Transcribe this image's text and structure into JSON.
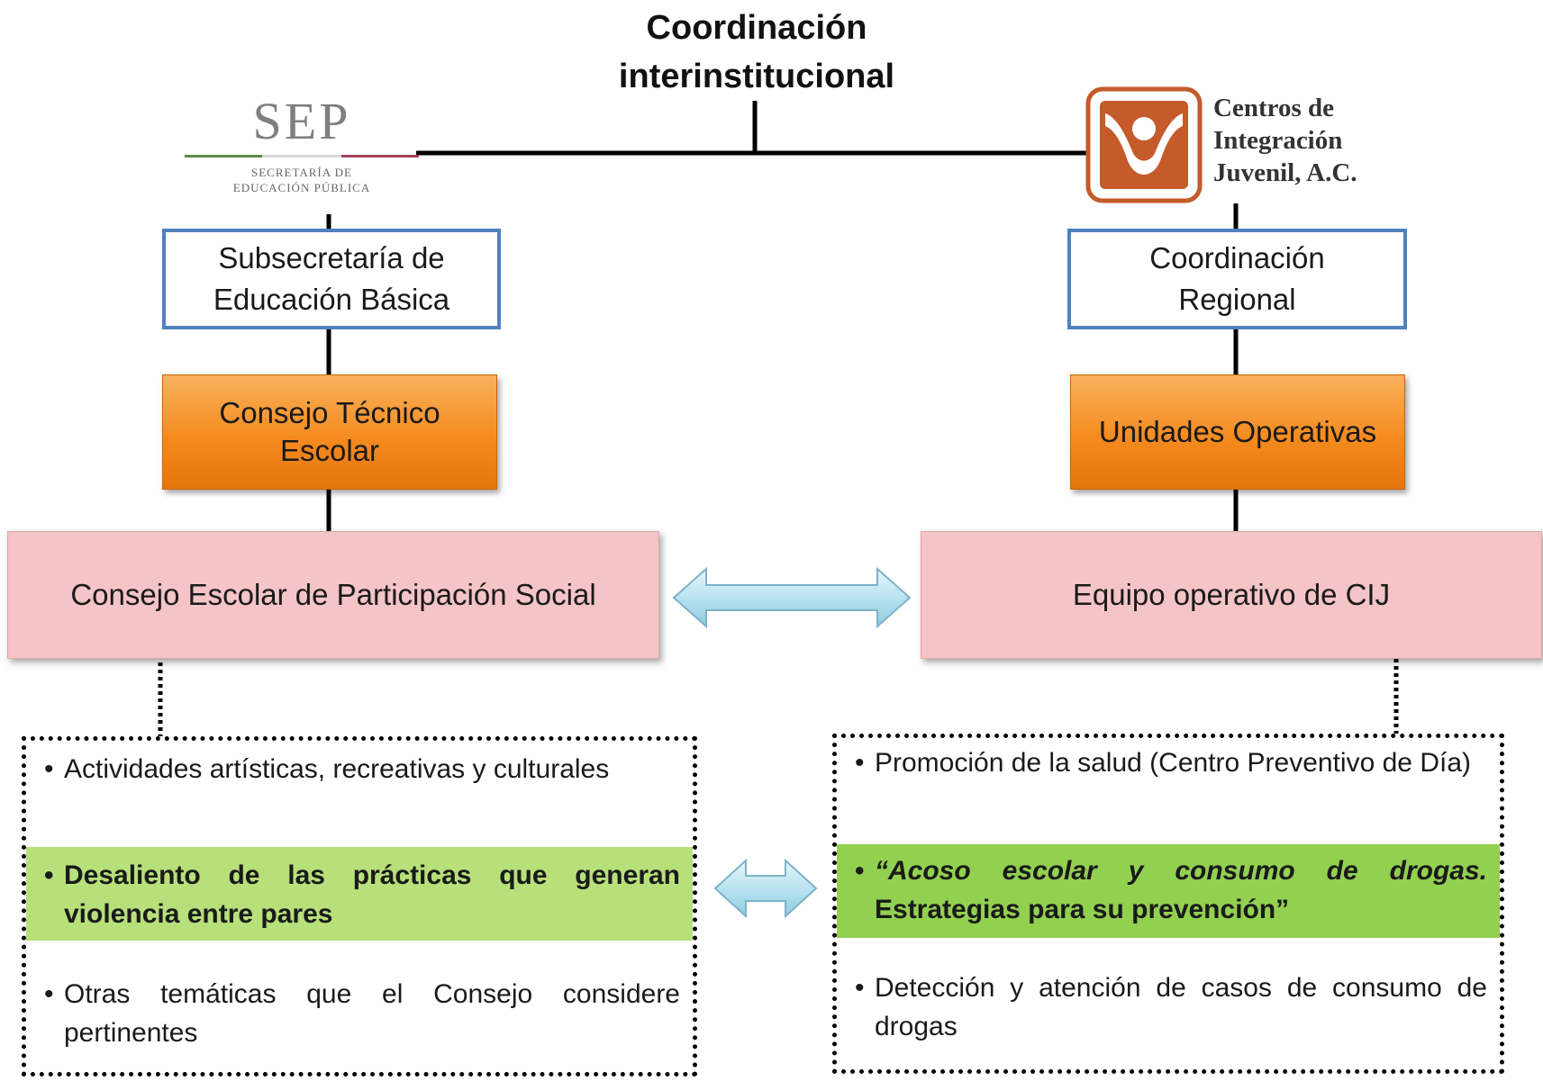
{
  "title_line1": "Coordinación",
  "title_line2": "interinstitucional",
  "sep_logo": {
    "name": "SEP",
    "subtitle_line1": "SECRETARÍA DE",
    "subtitle_line2": "EDUCACIÓN PÚBLICA"
  },
  "cij_logo": {
    "line1": "Centros de",
    "line2": "Integración",
    "line3": "Juvenil, A.C.",
    "color": "#c55a2b"
  },
  "left_chain": {
    "level1_line1": "Subsecretaría de",
    "level1_line2": "Educación Básica",
    "level2_line1": "Consejo Técnico",
    "level2_line2": "Escolar",
    "level3": "Consejo Escolar de Participación Social"
  },
  "right_chain": {
    "level1_line1": "Coordinación",
    "level1_line2": "Regional",
    "level2": "Unidades Operativas",
    "level3": "Equipo operativo de CIJ"
  },
  "left_list": {
    "item1": "Actividades artísticas, recreativas y culturales",
    "item2": "Desaliento de las prácticas que generan violencia entre pares",
    "item3": "Otras temáticas que el Consejo considere pertinentes"
  },
  "right_list": {
    "item1": "Promoción de la salud (Centro Preventivo de Día)",
    "item2_italic": "“Acoso escolar y consumo de drogas.",
    "item2_rest": " Estrategias para su prevención”",
    "item3": "Detección y atención de casos de consumo de drogas"
  },
  "bullet": "•",
  "colors": {
    "box_border_blue": "#4f81bd",
    "orange": "#f58b1f",
    "pink": "#f4c4c6",
    "highlight_left": "#b7e07a",
    "highlight_right": "#92d050",
    "arrow_fill": "#b9e3ef",
    "arrow_stroke": "#7fb2c8"
  }
}
